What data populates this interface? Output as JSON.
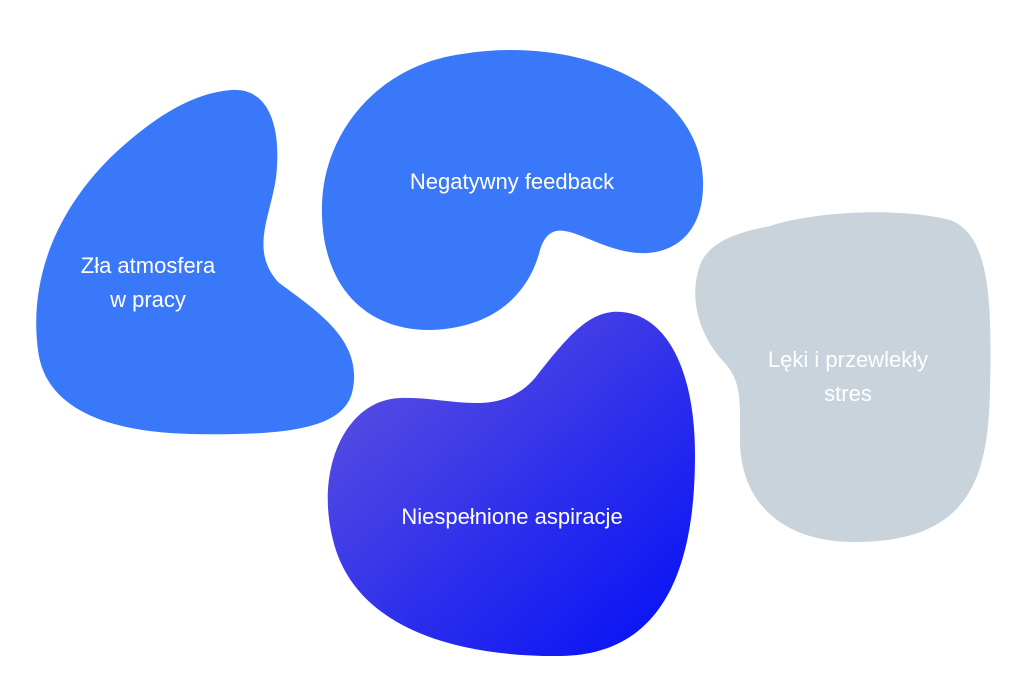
{
  "blobs": [
    {
      "id": "zla-atmosfera",
      "lines": [
        "Zła atmosfera",
        "w pracy"
      ],
      "color": "#3a78fa"
    },
    {
      "id": "negatywny-feedback",
      "lines": [
        "Negatywny feedback"
      ],
      "color": "#3a78fa"
    },
    {
      "id": "leki-stres",
      "lines": [
        "Lęki i przewlekły",
        "stres"
      ],
      "color": "#c9d3dc"
    },
    {
      "id": "niespelnione-aspiracje",
      "lines": [
        "Niespełnione aspiracje"
      ],
      "color_start": "#5a50e0",
      "color_end": "#0a14f5"
    }
  ]
}
